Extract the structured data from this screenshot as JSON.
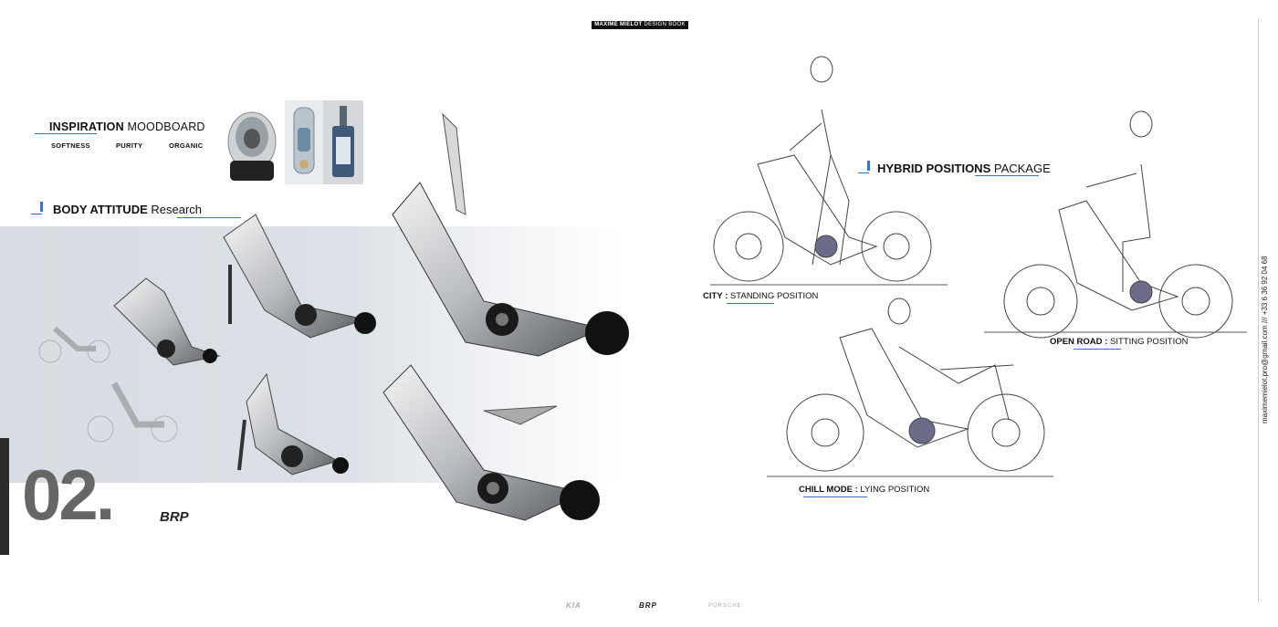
{
  "header": {
    "badge_name": "MAXIME MIELOT",
    "badge_sub": "DESIGN BOOK"
  },
  "moodboard": {
    "title_bold": "INSPIRATION",
    "title_rest": " MOODBOARD",
    "keywords": [
      "SOFTNESS",
      "PURITY",
      "ORGANIC"
    ]
  },
  "body_attitude": {
    "title_bold": "BODY ATTITUDE",
    "title_rest": " Research"
  },
  "chapter": {
    "number": "02.",
    "brand": "BRP"
  },
  "hybrid": {
    "title_bold": "HYBRID POSITIONS",
    "title_rest": " PACKAGE"
  },
  "positions": [
    {
      "mode": "CITY :",
      "label": " STANDING POSITION"
    },
    {
      "mode": "OPEN ROAD :",
      "label": " SITTING POSITION"
    },
    {
      "mode": "CHILL MODE :",
      "label": " LYING POSITION"
    }
  ],
  "contact": "maximemielot.pro@gmail.com /// +33 6 36 92 04 68",
  "footer_logos": [
    "KIA",
    "BRP",
    "PORSCHE"
  ],
  "colors": {
    "accent_blue": "#3b6fd0",
    "dark": "#111111",
    "band_grey": "#d9dfe4"
  }
}
